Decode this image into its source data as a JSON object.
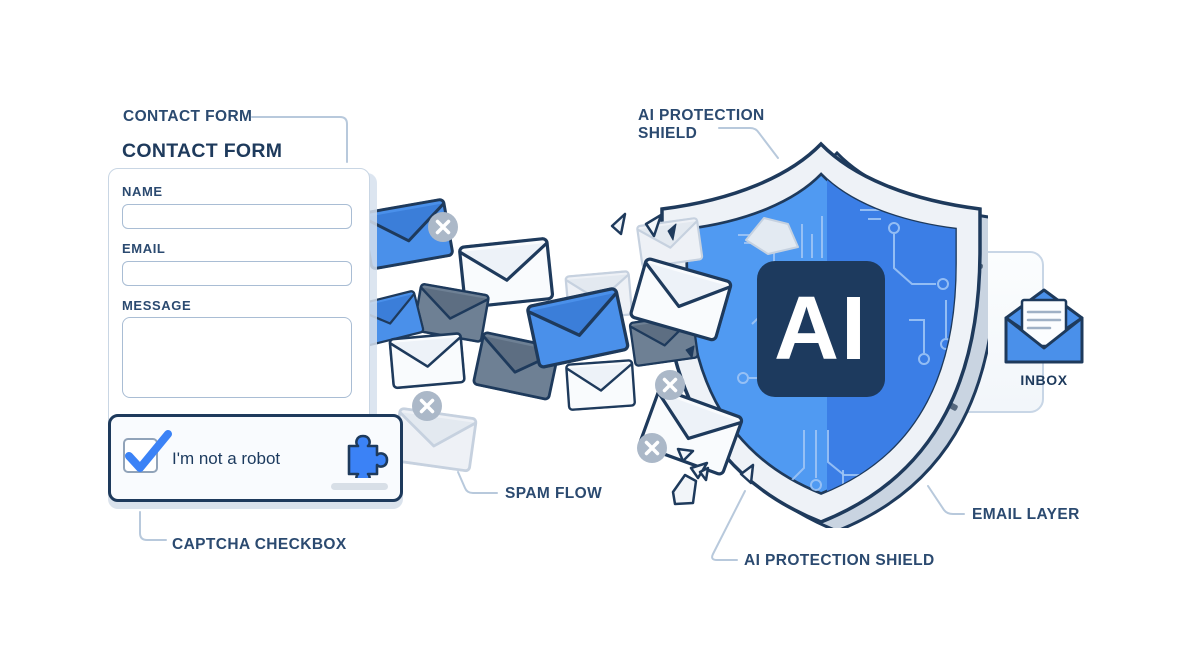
{
  "annotations": {
    "contact_form": "CONTACT FORM",
    "shield_top_1": "AI PROTECTION",
    "shield_top_2": "SHIELD",
    "spam_flow": "SPAM FLOW",
    "captcha_checkbox": "CAPTCHA CHECKBOX",
    "shield_bottom": "AI PROTECTION SHIELD",
    "email_layer": "EMAIL LAYER"
  },
  "form": {
    "heading": "CONTACT FORM",
    "fields": [
      {
        "label": "NAME",
        "value": "",
        "placeholder": ""
      },
      {
        "label": "EMAIL",
        "value": "",
        "placeholder": ""
      },
      {
        "label": "MESSAGE",
        "value": "",
        "placeholder": ""
      }
    ]
  },
  "captcha": {
    "label": "I'm not a robot",
    "checked": true,
    "icon": "puzzle-icon"
  },
  "shield": {
    "badge": "AI"
  },
  "inbox": {
    "label": "INBOX"
  },
  "colors": {
    "accent_blue": "#3b82f6",
    "envelope_blue": "#4a90ea",
    "navy_outline": "#1e3a5c",
    "label_text": "#2b4a70",
    "connector_line": "#b8c9dc",
    "badge_background": "#1d3a5e",
    "gray_envelope": "#6e8094",
    "blocked_badge": "#abb8c8",
    "shield_rim": "#eef2f7",
    "shield_inner_left": "#509af2",
    "shield_inner_right": "#3b7ee6"
  },
  "icons": {
    "check": "✓",
    "blocked_x": "×"
  }
}
